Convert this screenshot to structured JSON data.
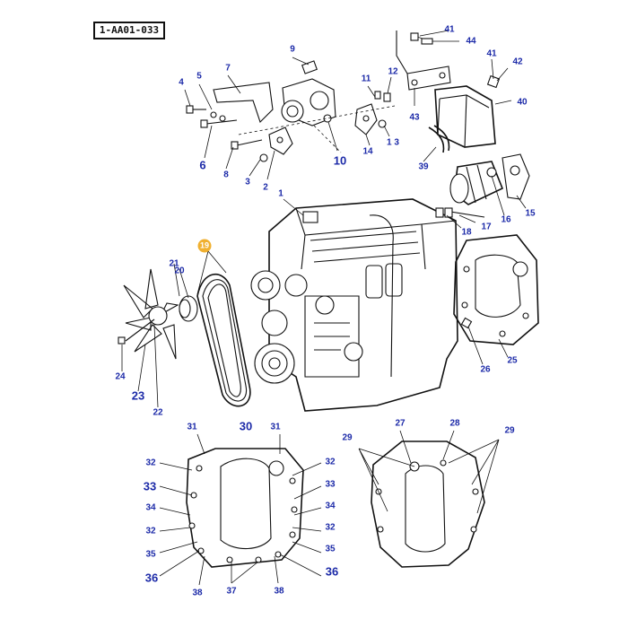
{
  "diagram": {
    "reference_code": "1-AA01-033",
    "highlight_color": "#f0b030",
    "label_color": "#1c2aa8",
    "callouts": [
      {
        "id": "c41a",
        "text": "41",
        "size": "s"
      },
      {
        "id": "c44",
        "text": "44",
        "size": "s"
      },
      {
        "id": "c41b",
        "text": "41",
        "size": "s"
      },
      {
        "id": "c42",
        "text": "42",
        "size": "s"
      },
      {
        "id": "c40",
        "text": "40",
        "size": "s"
      },
      {
        "id": "c43",
        "text": "43",
        "size": "s"
      },
      {
        "id": "c39",
        "text": "39",
        "size": "s"
      },
      {
        "id": "c9",
        "text": "9",
        "size": "s"
      },
      {
        "id": "c7",
        "text": "7",
        "size": "s"
      },
      {
        "id": "c5",
        "text": "5",
        "size": "s"
      },
      {
        "id": "c4",
        "text": "4",
        "size": "s"
      },
      {
        "id": "c6",
        "text": "6",
        "size": "l"
      },
      {
        "id": "c8",
        "text": "8",
        "size": "s"
      },
      {
        "id": "c3",
        "text": "3",
        "size": "s"
      },
      {
        "id": "c2",
        "text": "2",
        "size": "s"
      },
      {
        "id": "c10",
        "text": "10",
        "size": "l"
      },
      {
        "id": "c11",
        "text": "11",
        "size": "s"
      },
      {
        "id": "c12",
        "text": "12",
        "size": "s"
      },
      {
        "id": "c14",
        "text": "14",
        "size": "s"
      },
      {
        "id": "c13",
        "text": "1 3",
        "size": "s"
      },
      {
        "id": "c1",
        "text": "1",
        "size": "s"
      },
      {
        "id": "c15",
        "text": "15",
        "size": "s"
      },
      {
        "id": "c16",
        "text": "16",
        "size": "s"
      },
      {
        "id": "c17",
        "text": "17",
        "size": "s"
      },
      {
        "id": "c18",
        "text": "18",
        "size": "s"
      },
      {
        "id": "c19",
        "text": "19",
        "size": "hl"
      },
      {
        "id": "c21",
        "text": "21",
        "size": "s"
      },
      {
        "id": "c20",
        "text": "20",
        "size": "s"
      },
      {
        "id": "c24",
        "text": "24",
        "size": "s"
      },
      {
        "id": "c23",
        "text": "23",
        "size": "l"
      },
      {
        "id": "c22",
        "text": "22",
        "size": "s"
      },
      {
        "id": "c26",
        "text": "26",
        "size": "s"
      },
      {
        "id": "c25",
        "text": "25",
        "size": "s"
      },
      {
        "id": "c31a",
        "text": "31",
        "size": "s"
      },
      {
        "id": "c30",
        "text": "30",
        "size": "l"
      },
      {
        "id": "c31b",
        "text": "31",
        "size": "s"
      },
      {
        "id": "c32a",
        "text": "32",
        "size": "s"
      },
      {
        "id": "c33a",
        "text": "33",
        "size": "l"
      },
      {
        "id": "c34a",
        "text": "34",
        "size": "s"
      },
      {
        "id": "c32b",
        "text": "32",
        "size": "s"
      },
      {
        "id": "c35a",
        "text": "35",
        "size": "s"
      },
      {
        "id": "c36a",
        "text": "36",
        "size": "l"
      },
      {
        "id": "c38a",
        "text": "38",
        "size": "s"
      },
      {
        "id": "c37",
        "text": "37",
        "size": "s"
      },
      {
        "id": "c38b",
        "text": "38",
        "size": "s"
      },
      {
        "id": "c32c",
        "text": "32",
        "size": "s"
      },
      {
        "id": "c33b",
        "text": "33",
        "size": "s"
      },
      {
        "id": "c34b",
        "text": "34",
        "size": "s"
      },
      {
        "id": "c32d",
        "text": "32",
        "size": "s"
      },
      {
        "id": "c35b",
        "text": "35",
        "size": "s"
      },
      {
        "id": "c36b",
        "text": "36",
        "size": "l"
      },
      {
        "id": "c27",
        "text": "27",
        "size": "s"
      },
      {
        "id": "c28",
        "text": "28",
        "size": "s"
      },
      {
        "id": "c29a",
        "text": "29",
        "size": "s"
      },
      {
        "id": "c29b",
        "text": "29",
        "size": "s"
      }
    ]
  }
}
